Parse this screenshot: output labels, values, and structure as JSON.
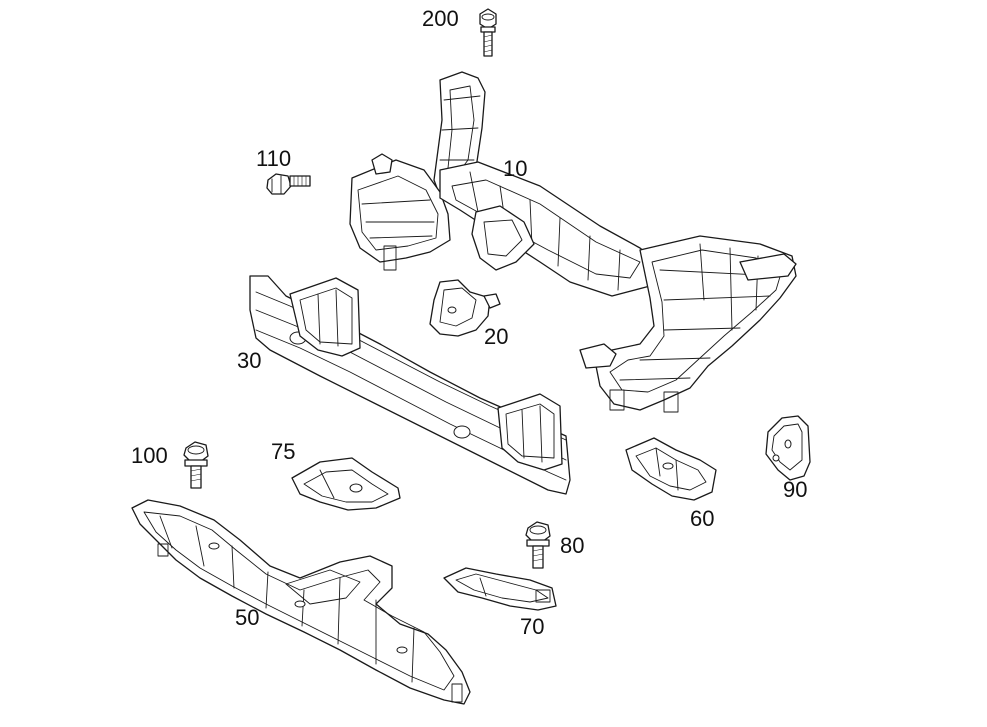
{
  "callouts": {
    "p10": "10",
    "p20": "20",
    "p30": "30",
    "p50": "50",
    "p60": "60",
    "p70": "70",
    "p75": "75",
    "p80": "80",
    "p90": "90",
    "p100": "100",
    "p110": "110",
    "p200": "200"
  },
  "colors": {
    "line": "#1a1a1a",
    "background": "#ffffff"
  }
}
